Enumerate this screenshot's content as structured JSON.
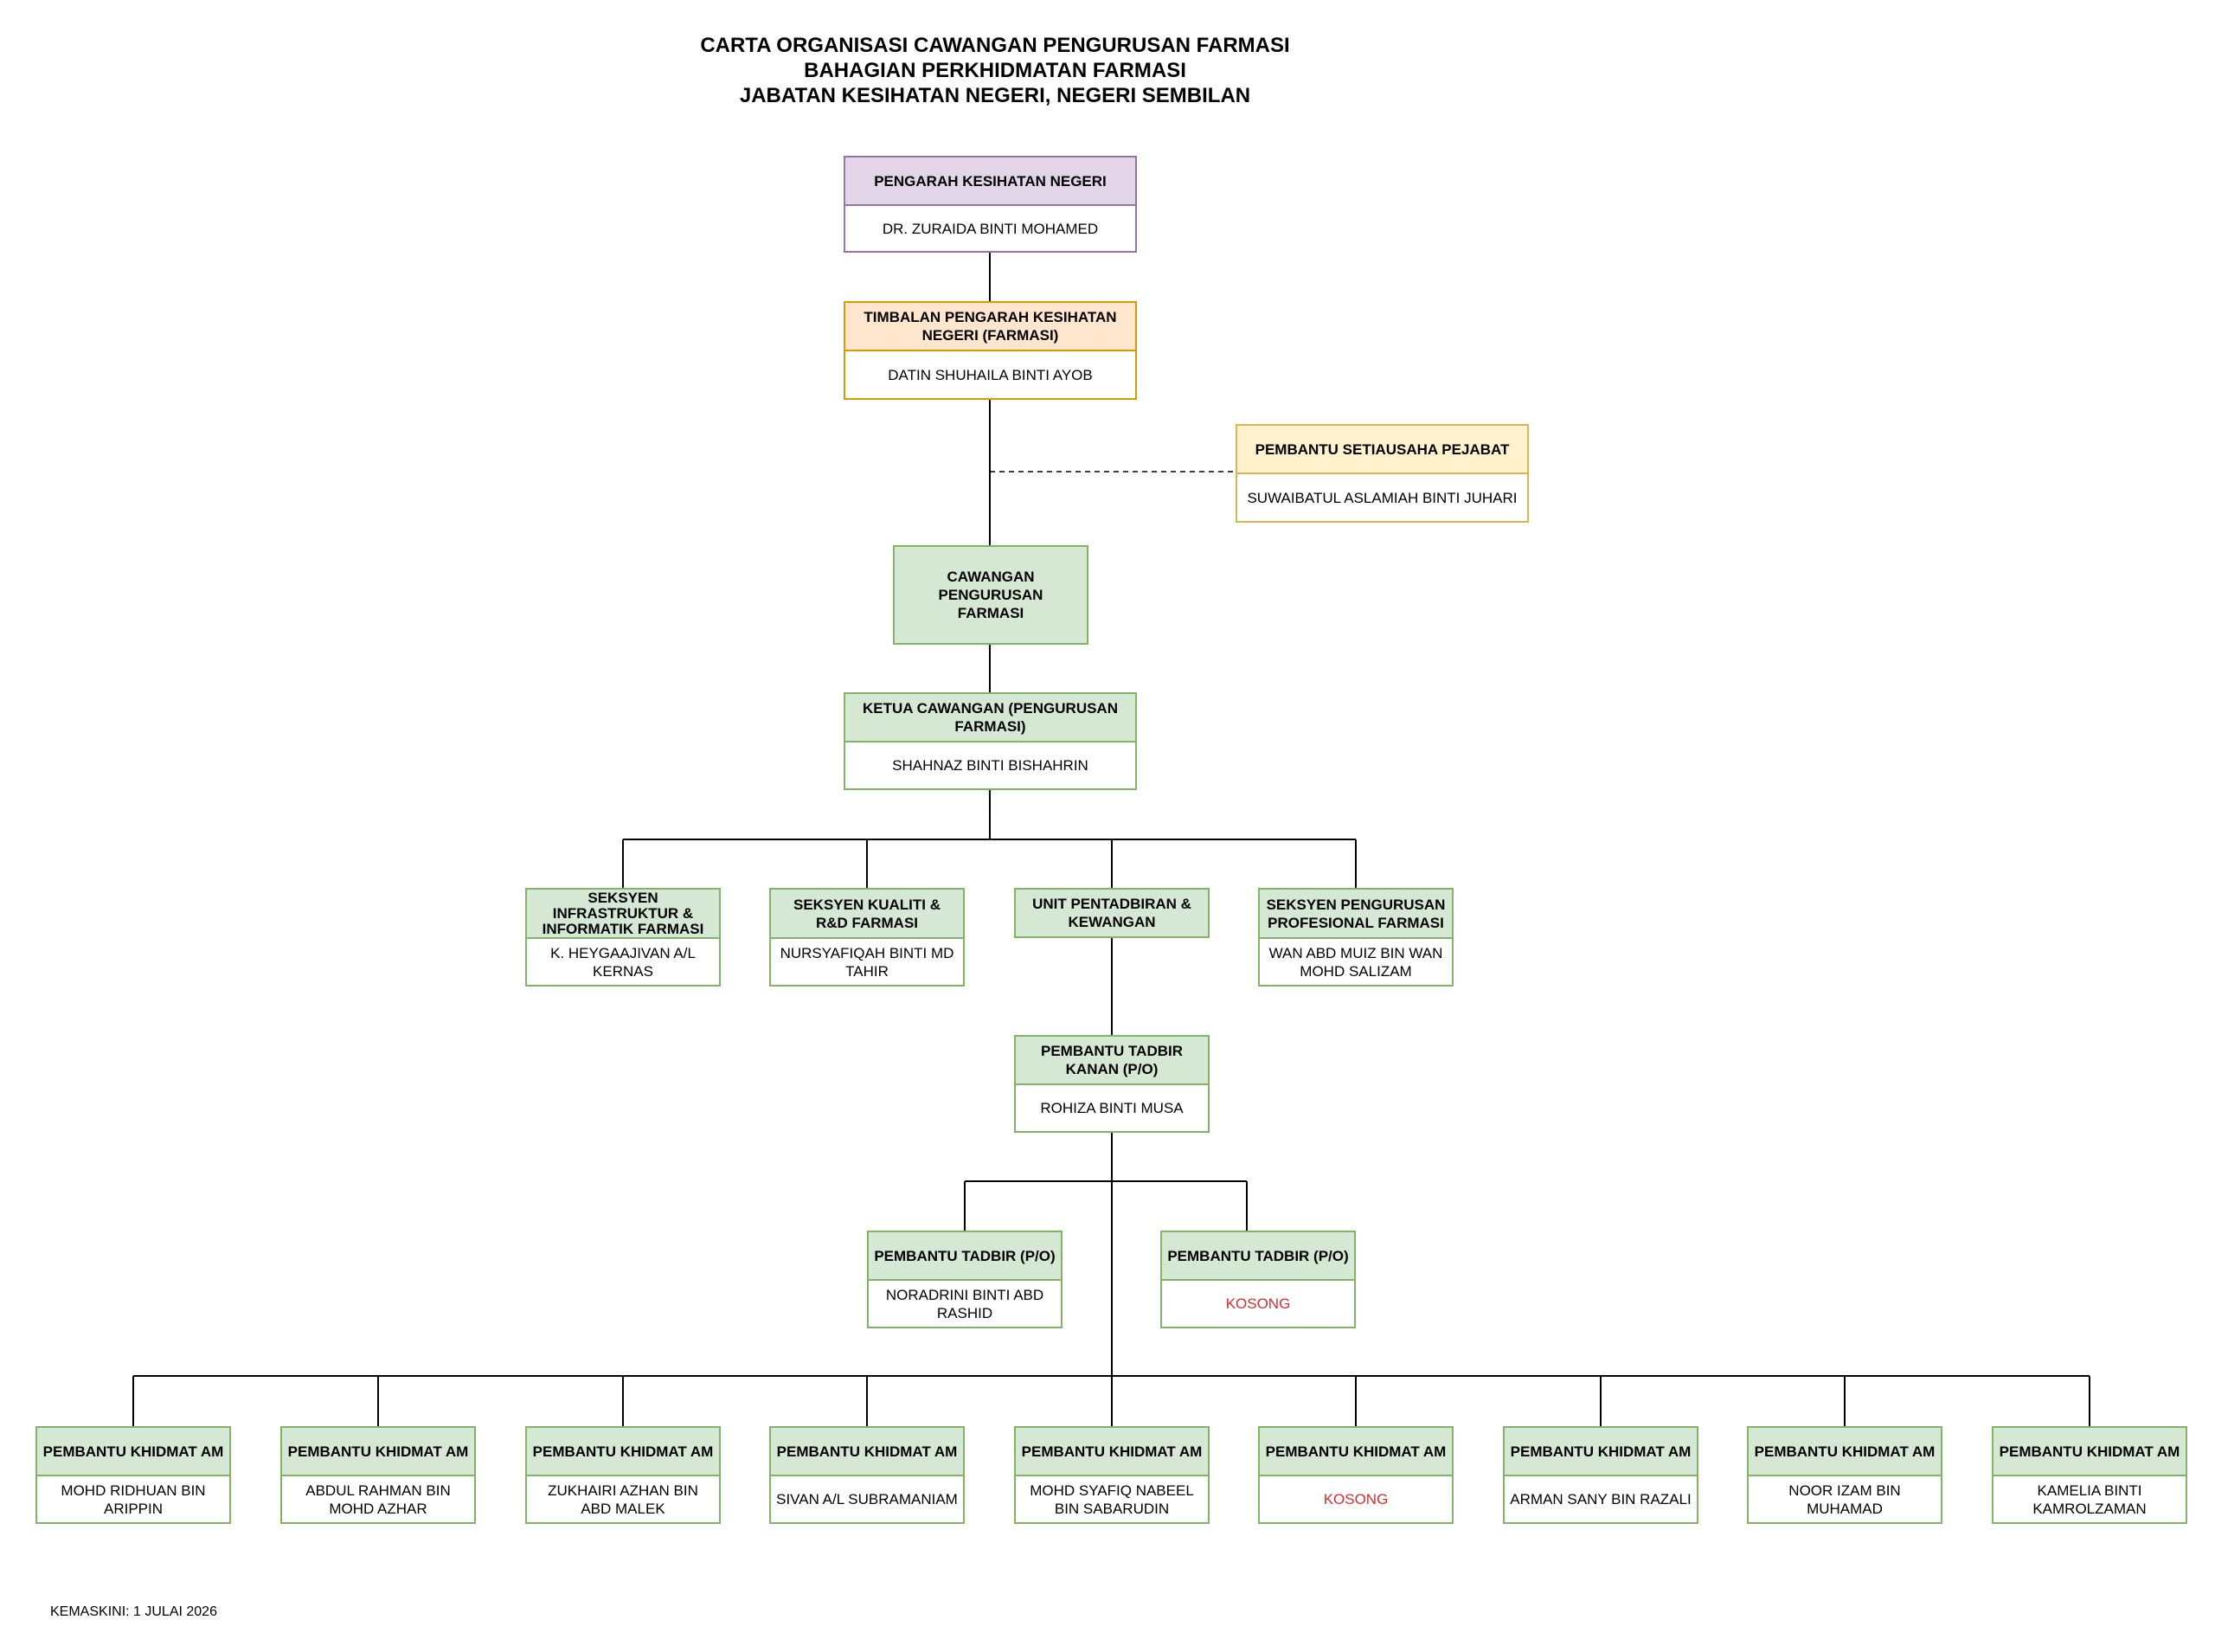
{
  "title": {
    "line1": "CARTA ORGANISASI CAWANGAN PENGURUSAN FARMASI",
    "line2": "BAHAGIAN PERKHIDMATAN FARMASI",
    "line3": "JABATAN KESIHATAN NEGERI, NEGERI SEMBILAN"
  },
  "director": {
    "position": "PENGARAH KESIHATAN NEGERI",
    "name": "DR. ZURAIDA BINTI MOHAMED",
    "color": "#e1d5e7"
  },
  "deputy": {
    "position": "TIMBALAN PENGARAH KESIHATAN NEGERI (FARMASI)",
    "name": "DATIN SHUHAILA BINTI AYOB",
    "color": "#ffe6cc"
  },
  "secretary": {
    "position": "PEMBANTU SETIAUSAHA PEJABAT",
    "name": "SUWAIBATUL ASLAMIAH BINTI JUHARI",
    "color": "#fff2cc"
  },
  "branch": {
    "label": "CAWANGAN PENGURUSAN FARMASI",
    "color": "#d5e8d4"
  },
  "head": {
    "position": "KETUA CAWANGAN (PENGURUSAN FARMASI)",
    "name": "SHAHNAZ BINTI BISHAHRIN"
  },
  "sections": [
    {
      "position": "SEKSYEN INFRASTRUKTUR & INFORMATIK FARMASI",
      "name": "K. HEYGAAJIVAN A/L KERNAS"
    },
    {
      "position": "SEKSYEN KUALITI & R&D FARMASI",
      "name": "NURSYAFIQAH BINTI MD TAHIR"
    },
    {
      "position": "UNIT PENTADBIRAN & KEWANGAN",
      "name": ""
    },
    {
      "position": "SEKSYEN PENGURUSAN PROFESIONAL FARMASI",
      "name": "WAN ABD MUIZ BIN WAN MOHD SALIZAM"
    }
  ],
  "admin_senior": {
    "position": "PEMBANTU TADBIR KANAN (P/O)",
    "name": "ROHIZA BINTI MUSA"
  },
  "admin_assistants": [
    {
      "position": "PEMBANTU TADBIR (P/O)",
      "name": "NORADRINI BINTI ABD RASHID",
      "vacant": false
    },
    {
      "position": "PEMBANTU TADBIR (P/O)",
      "name": "KOSONG",
      "vacant": true
    }
  ],
  "general_staff": [
    {
      "position": "PEMBANTU KHIDMAT AM",
      "name": "MOHD RIDHUAN BIN ARIPPIN",
      "vacant": false
    },
    {
      "position": "PEMBANTU KHIDMAT AM",
      "name": "ABDUL RAHMAN BIN MOHD AZHAR",
      "vacant": false
    },
    {
      "position": "PEMBANTU KHIDMAT AM",
      "name": "ZUKHAIRI AZHAN BIN ABD MALEK",
      "vacant": false
    },
    {
      "position": "PEMBANTU KHIDMAT AM",
      "name": "SIVAN A/L SUBRAMANIAM",
      "vacant": false
    },
    {
      "position": "PEMBANTU KHIDMAT AM",
      "name": "MOHD SYAFIQ NABEEL BIN SABARUDIN",
      "vacant": false
    },
    {
      "position": "PEMBANTU KHIDMAT AM",
      "name": "KOSONG",
      "vacant": true
    },
    {
      "position": "PEMBANTU KHIDMAT AM",
      "name": "ARMAN SANY BIN RAZALI",
      "vacant": false
    },
    {
      "position": "PEMBANTU KHIDMAT AM",
      "name": "NOOR IZAM BIN MUHAMAD",
      "vacant": false
    },
    {
      "position": "PEMBANTU KHIDMAT AM",
      "name": "KAMELIA BINTI KAMROLZAMAN",
      "vacant": false
    }
  ],
  "footer": "KEMASKINI: 1 JULAI 2026",
  "vacant_color": "#d32f2f"
}
